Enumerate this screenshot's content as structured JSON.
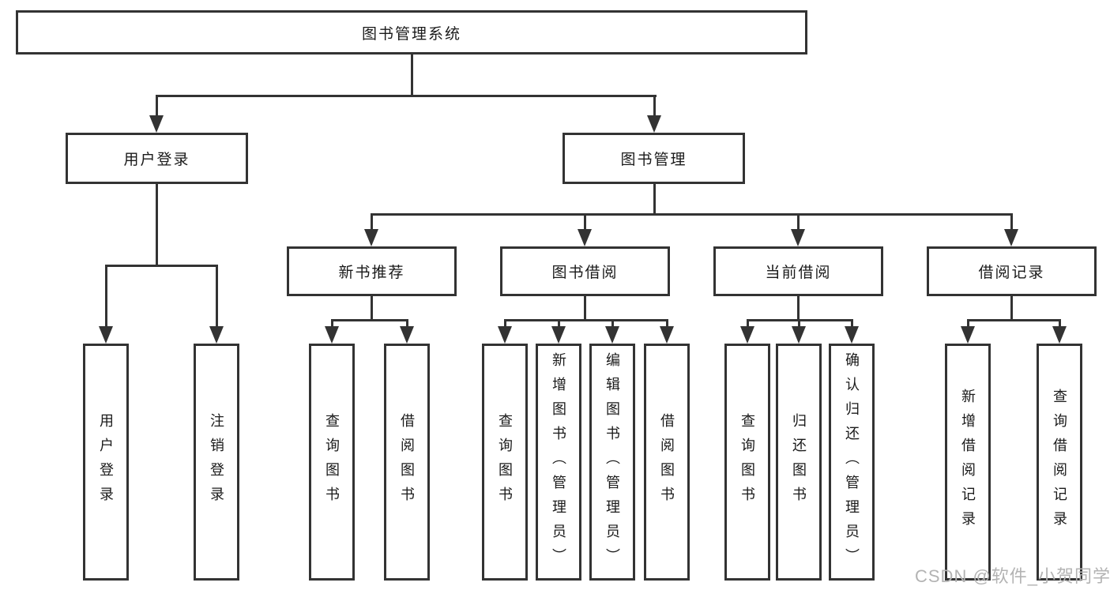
{
  "diagram": {
    "root": {
      "label": "图书管理系统",
      "children": [
        {
          "label": "用户登录",
          "children": [
            {
              "label": "用户登录"
            },
            {
              "label": "注销登录"
            }
          ]
        },
        {
          "label": "图书管理",
          "children": [
            {
              "label": "新书推荐",
              "children": [
                {
                  "label": "查询图书"
                },
                {
                  "label": "借阅图书"
                }
              ]
            },
            {
              "label": "图书借阅",
              "children": [
                {
                  "label": "查询图书"
                },
                {
                  "label": "新增图书（管理员）"
                },
                {
                  "label": "编辑图书（管理员）"
                },
                {
                  "label": "借阅图书"
                }
              ]
            },
            {
              "label": "当前借阅",
              "children": [
                {
                  "label": "查询图书"
                },
                {
                  "label": "归还图书"
                },
                {
                  "label": "确认归还（管理员）"
                }
              ]
            },
            {
              "label": "借阅记录",
              "children": [
                {
                  "label": "新增借阅记录"
                },
                {
                  "label": "查询借阅记录"
                }
              ]
            }
          ]
        }
      ]
    }
  },
  "watermark": {
    "text": "CSDN @软件_小贺同学"
  },
  "colors": {
    "line": "#333333",
    "box_border": "#333333",
    "text": "#1a1a1a",
    "watermark": "#b3b3b3",
    "background": "#ffffff"
  }
}
